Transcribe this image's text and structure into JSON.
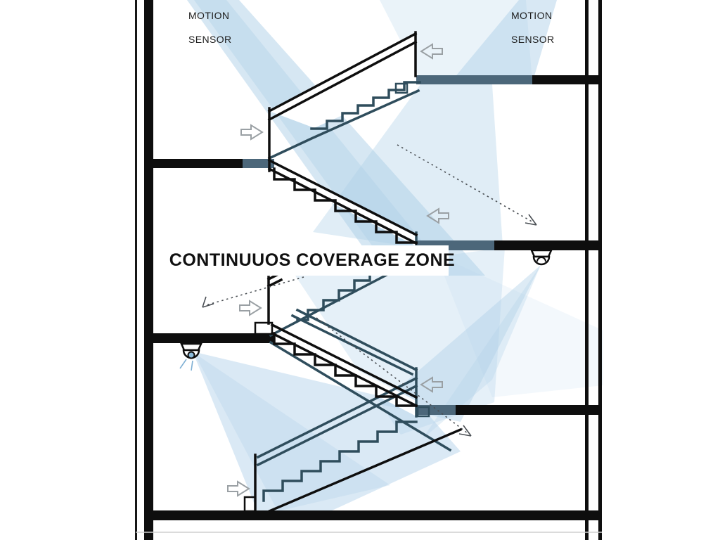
{
  "labels": {
    "coverage_zone": "CONTINUUOS COVERAGE ZONE",
    "sensor_left_line1": "MOTION",
    "sensor_left_line2": "SENSOR",
    "sensor_right_line1": "MOTION",
    "sensor_right_line2": "SENSOR"
  },
  "colors": {
    "beam": "#aecfe8",
    "beam_dark": "#7fb0d4",
    "stair_teal": "#2f4d5c",
    "structure_black": "#0e0e0e",
    "arrow_outline": "#9aa0a4",
    "dotted_line": "#4a4f54",
    "camera_lens": "#8cbcdc",
    "label_background": "#ffffff",
    "label_text": "#111111"
  },
  "icons": {
    "cameras": [
      "dome-camera-right",
      "dome-camera-left"
    ],
    "solid_arrows": [
      "right",
      "left",
      "left",
      "right",
      "left",
      "right"
    ],
    "dotted_arrows": [
      "down-right",
      "down-left",
      "down-right"
    ]
  }
}
